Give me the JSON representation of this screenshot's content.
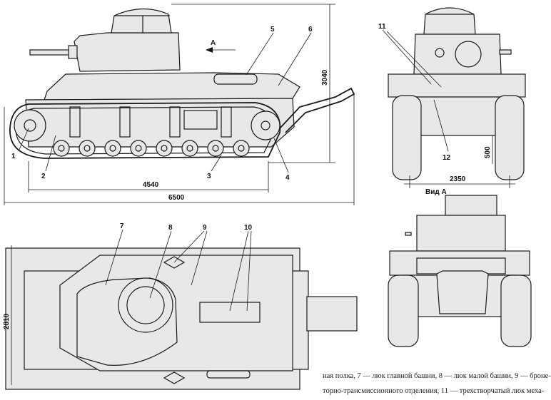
{
  "callouts": [
    "1",
    "2",
    "3",
    "4",
    "5",
    "6",
    "7",
    "8",
    "9",
    "10",
    "11",
    "12"
  ],
  "dimensions": {
    "height": "3040",
    "hull_length": "4540",
    "total_length": "6500",
    "track_width": "2350",
    "clearance": "500",
    "plan_width": "2810"
  },
  "direction_marker": "A",
  "view_a_label": "Вид А",
  "caption_lines": [
    "ная полка, 7 — люк главной башни, 8 — люк малой башни, 9 — броне-",
    "торно-трансмиссионного отделения, 11 — трехстворчатый люк меха-"
  ]
}
